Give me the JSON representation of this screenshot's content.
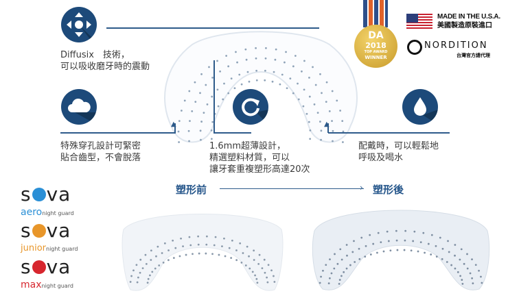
{
  "features": [
    {
      "icon": "move-arrows-icon",
      "text1": "Diffusix　技術，",
      "text2": "可以吸收磨牙時的震動"
    },
    {
      "icon": "cloud-icon",
      "text1": "特殊穿孔設計可緊密",
      "text2": "貼合齒型，不會脫落"
    },
    {
      "icon": "refresh-icon",
      "text1": "1.6mm超薄設計，",
      "text2": "精選塑料材質，可以",
      "text3": "讓牙套重複塑形高達20次"
    },
    {
      "icon": "water-drop-icon",
      "text1": "配戴時，可以輕鬆地",
      "text2": "呼吸及喝水"
    }
  ],
  "badges": {
    "award": {
      "brand": "DA",
      "year": "2018",
      "line1": "TOP AWARD",
      "line2": "WINNER"
    },
    "made_in": "MADE IN THE U.S.A.",
    "made_in_zh": "美國製造原裝進口",
    "distributor": "NORDITION",
    "distributor_sub": "台灣官方總代理"
  },
  "molding": {
    "before": "塑形前",
    "after": "塑形後"
  },
  "products": [
    {
      "brand": "sova",
      "variant": "aero",
      "suffix": "night guard",
      "color": "#2a8fd6"
    },
    {
      "brand": "sova",
      "variant": "junior",
      "suffix": "night guard",
      "color": "#e8962a"
    },
    {
      "brand": "sova",
      "variant": "max",
      "suffix": "night guard",
      "color": "#d7262e"
    }
  ],
  "colors": {
    "icon_bg": "#1d4a7a",
    "line": "#2d5a8a"
  }
}
